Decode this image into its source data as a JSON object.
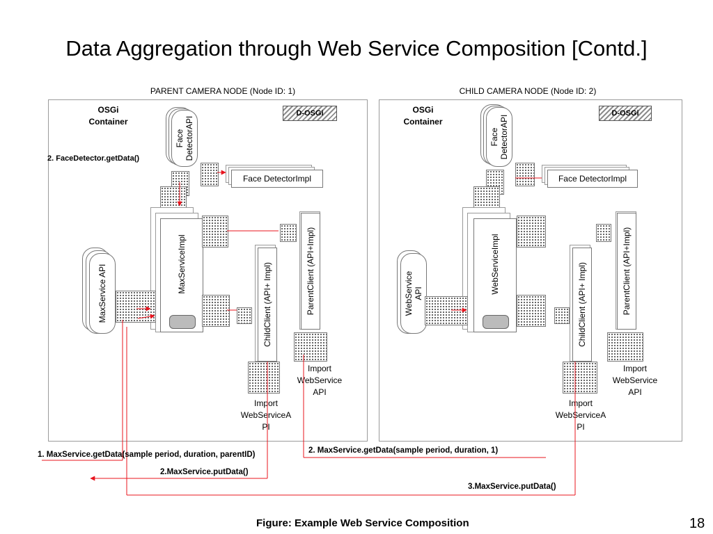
{
  "slide": {
    "title": "Data Aggregation through Web Service Composition [Contd.]",
    "caption": "Figure: Example Web Service Composition",
    "page_number": "18"
  },
  "parent_node": {
    "label": "PARENT CAMERA NODE (Node ID: 1)",
    "container_label": "OSGi\nContainer",
    "dosgi_label": "D-OSGi",
    "face_api_label": "Face\nDetectorAPI",
    "face_impl_label": "Face DetectorImpl",
    "step_label": "2. FaceDetector.getData()",
    "service_impl_label": "MaxServiceImpl",
    "service_api_label": "MaxService API",
    "child_client_label": "ChildClient (API+ Impl)",
    "parent_client_label": "ParentClient (API+Impl)",
    "import_ws_api_1": "Import\nWebService\nAPI",
    "import_ws_api_2": "Import\nWebServiceA\nPI"
  },
  "child_node": {
    "label": "CHILD CAMERA NODE (Node ID: 2)",
    "container_label": "OSGi\nContainer",
    "dosgi_label": "D-OSGi",
    "face_api_label": "Face\nDetectorAPI",
    "face_impl_label": "Face DetectorImpl",
    "service_impl_label": "WebServiceImpl",
    "service_api_label": "WebService\nAPI",
    "child_client_label": "ChildClient (API+ Impl)",
    "parent_client_label": "ParentClient (API+Impl)",
    "import_ws_api_1": "Import\nWebService\nAPI",
    "import_ws_api_2": "Import\nWebServiceA\nPI"
  },
  "calls": {
    "call_1": "1. MaxService.getData(sample period, duration, parentID)",
    "call_2_put": "2.MaxService.putData()",
    "call_2_get": "2. MaxService.getData(sample period, duration, 1)",
    "call_3_put": "3.MaxService.putData()"
  },
  "colors": {
    "arrow": "#e8141e",
    "line": "#e8141e",
    "border": "#9a9a9a"
  }
}
